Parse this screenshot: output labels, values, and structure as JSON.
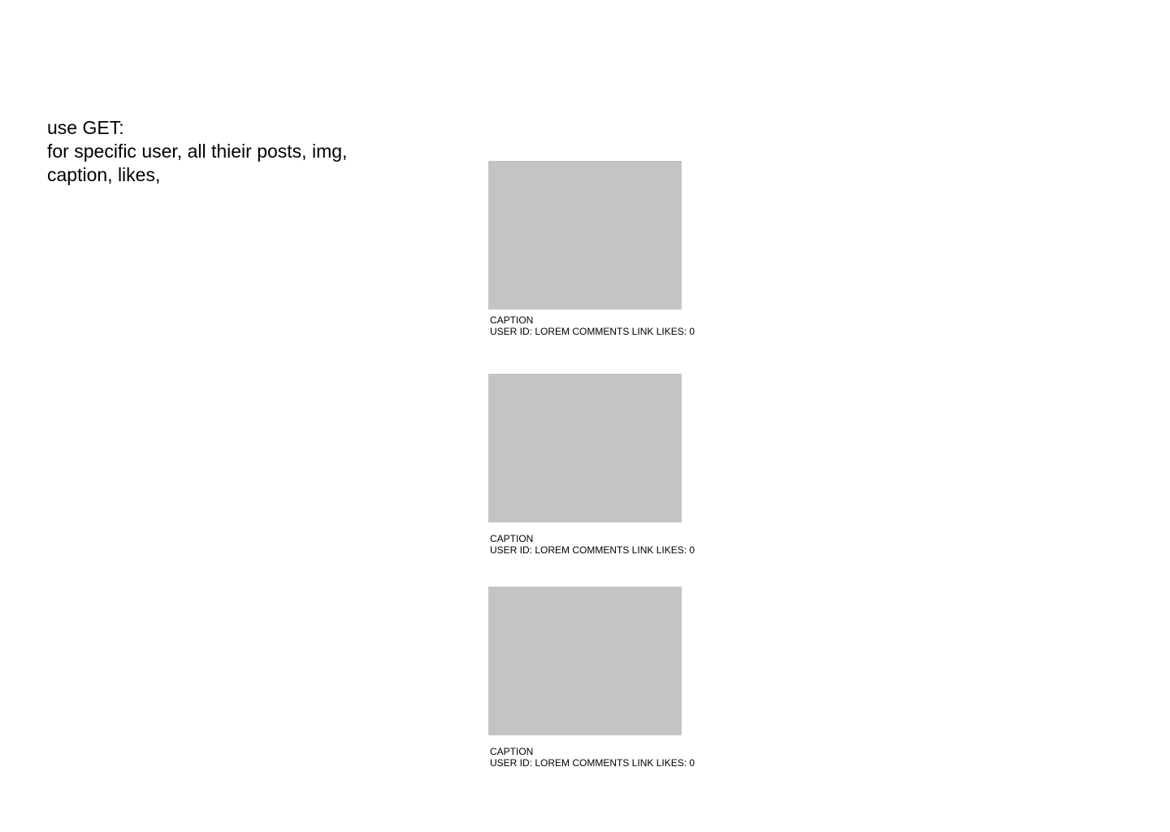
{
  "note": {
    "text": "use GET:\nfor specific user,  all thieir posts, img,\ncaption, likes,"
  },
  "posts": [
    {
      "caption": "CAPTION",
      "meta": "USER ID: LOREM COMMENTS LINK LIKES: 0"
    },
    {
      "caption": "CAPTION",
      "meta": "USER ID: LOREM COMMENTS LINK LIKES: 0"
    },
    {
      "caption": "CAPTION",
      "meta": "USER ID: LOREM COMMENTS LINK LIKES: 0"
    }
  ],
  "colors": {
    "image_placeholder": "#c4c4c4",
    "background": "#ffffff",
    "text": "#000000"
  }
}
